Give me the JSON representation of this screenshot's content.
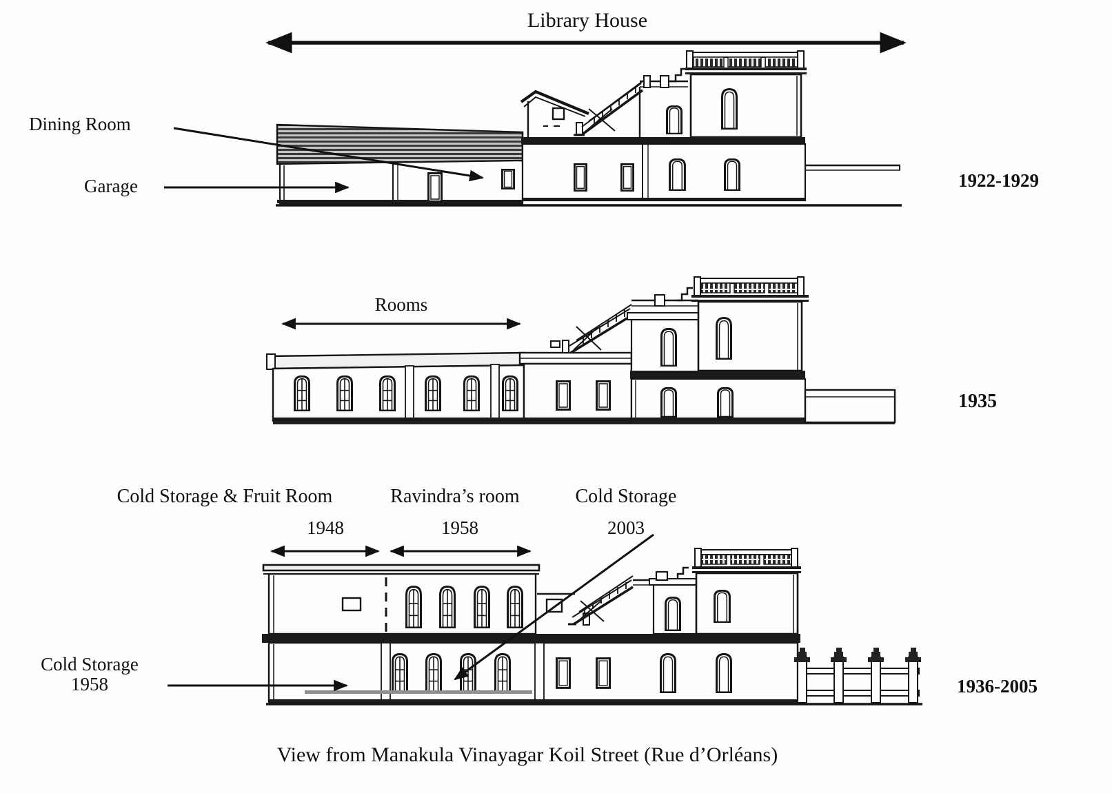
{
  "title": "Library House",
  "caption": "View from Manakula Vinayagar Koil Street (Rue d’Orléans)",
  "colors": {
    "ink": "#161616",
    "paper": "#fdfdfd",
    "roof_hatch": "#3a3a3a"
  },
  "drawings": [
    {
      "period": "1922-1929",
      "annotations": {
        "dining_room": "Dining Room",
        "garage": "Garage"
      }
    },
    {
      "period": "1935",
      "annotations": {
        "rooms": "Rooms"
      }
    },
    {
      "period": "1936-2005",
      "annotations": {
        "cold_storage_fruit": {
          "label": "Cold Storage & Fruit Room",
          "year": "1948"
        },
        "ravindra": {
          "label": "Ravindra’s room",
          "year": "1958"
        },
        "cold_storage_2003": {
          "label": "Cold Storage",
          "year": "2003"
        },
        "cold_storage_1958": {
          "label": "Cold Storage",
          "year": "1958"
        }
      }
    }
  ]
}
